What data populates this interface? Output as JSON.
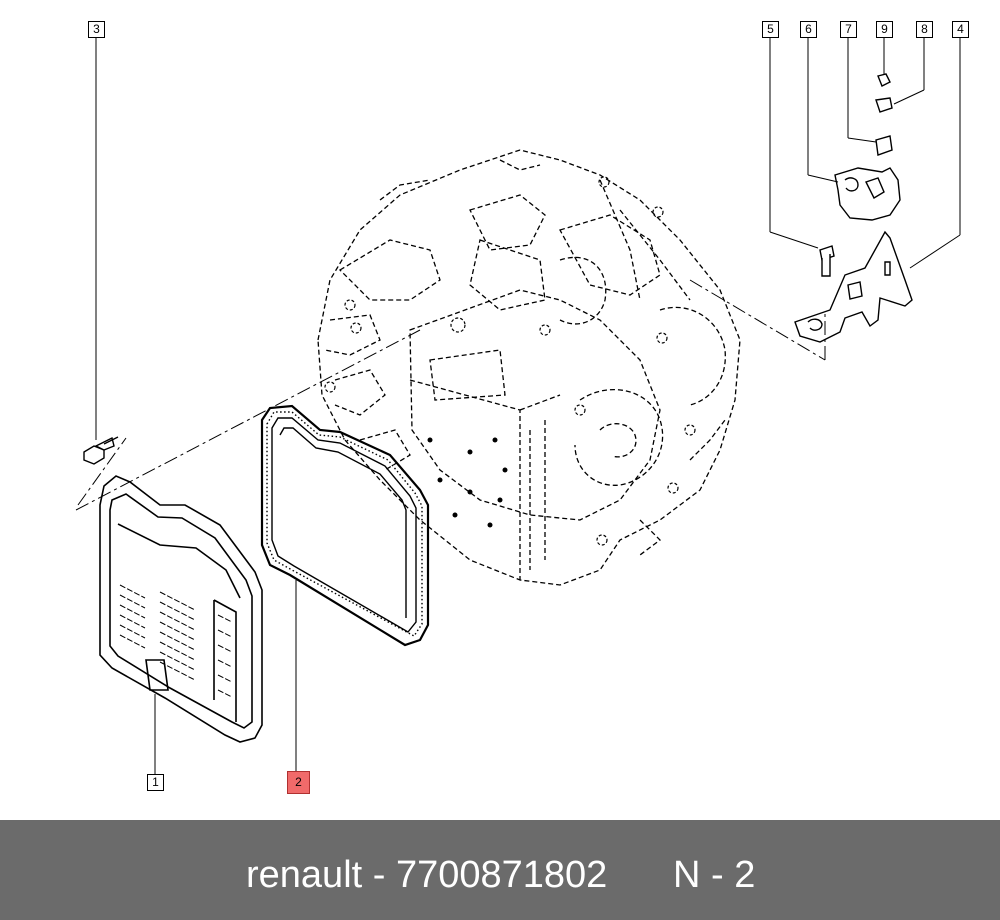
{
  "callouts": {
    "c1": "1",
    "c2": "2",
    "c3": "3",
    "c4": "4",
    "c5": "5",
    "c6": "6",
    "c7": "7",
    "c8": "8",
    "c9": "9"
  },
  "footer": {
    "brand_part": "renault - 7700871802",
    "position_code": "N - 2"
  },
  "colors": {
    "highlight": "#f06a6a",
    "footer_bg": "#6b6b6b",
    "footer_text": "#ffffff"
  }
}
